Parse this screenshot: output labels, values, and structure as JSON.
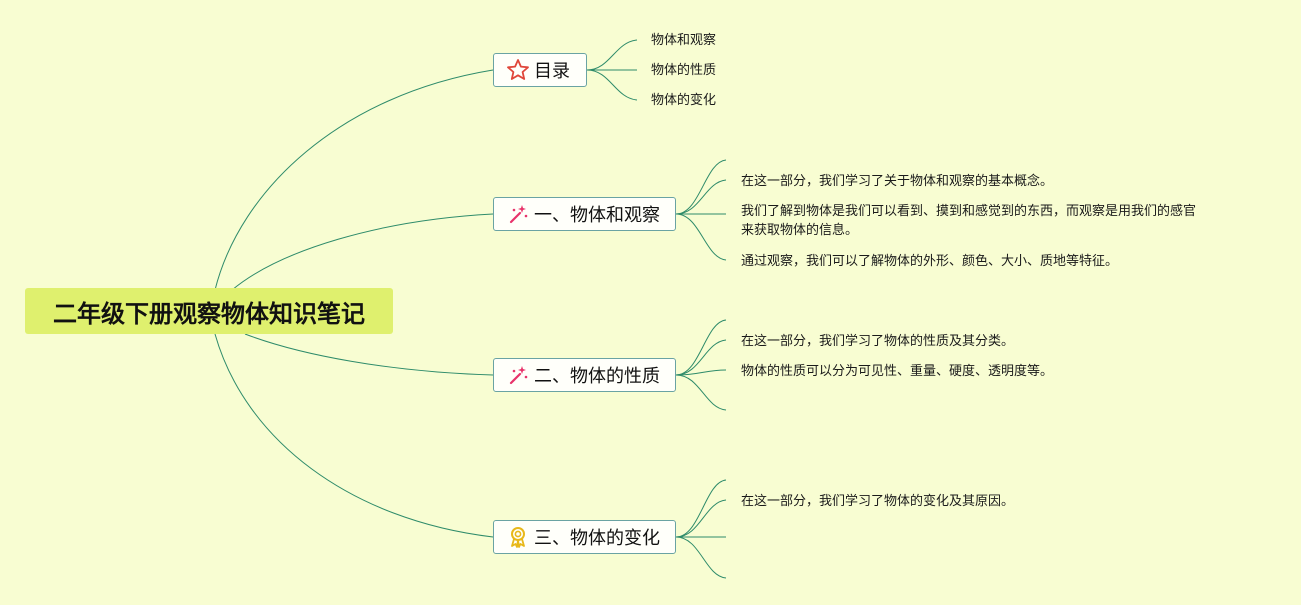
{
  "root": {
    "title": "二年级下册观察物体知识笔记"
  },
  "colors": {
    "background": "#f8fdd2",
    "root_fill": "#dff06e",
    "line": "#2e8b6a",
    "node_border": "#6aa3a3"
  },
  "branches": [
    {
      "label": "目录",
      "icon": "star-outline-icon",
      "children": [
        "物体和观察",
        "物体的性质",
        "物体的变化"
      ]
    },
    {
      "label": "一、物体和观察",
      "icon": "sparkle-wand-icon",
      "children": [
        "在这一部分，我们学习了关于物体和观察的基本概念。",
        "我们了解到物体是我们可以看到、摸到和感觉到的东西，而观察是用我们的感官",
        "来获取物体的信息。",
        "通过观察，我们可以了解物体的外形、颜色、大小、质地等特征。"
      ]
    },
    {
      "label": "二、物体的性质",
      "icon": "sparkle-wand-icon",
      "children": [
        "在这一部分，我们学习了物体的性质及其分类。",
        "物体的性质可以分为可见性、重量、硬度、透明度等。"
      ]
    },
    {
      "label": "三、物体的变化",
      "icon": "award-medal-icon",
      "children": [
        "在这一部分，我们学习了物体的变化及其原因。"
      ]
    }
  ]
}
